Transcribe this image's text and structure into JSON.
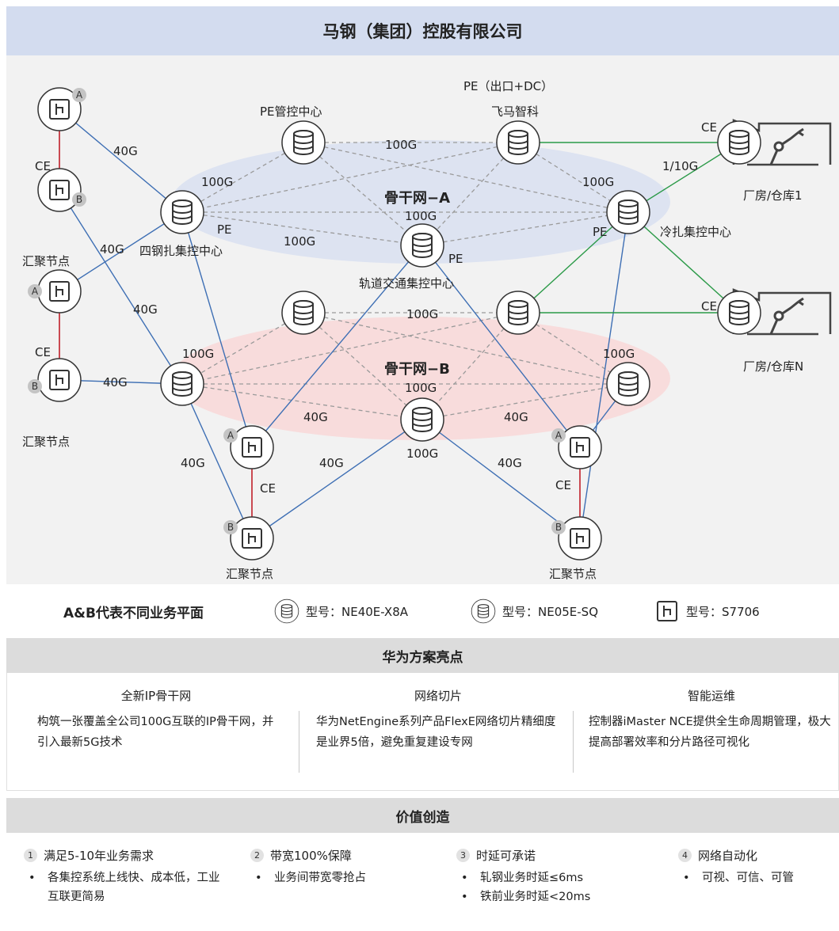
{
  "header": {
    "title": "马钢（集团）控股有限公司"
  },
  "diagram": {
    "labels": {
      "pe_mgmt": "PE管控中心",
      "pe_exit": "PE（出口+DC）",
      "feima": "飞马智科",
      "backbone_a": "骨干网−A",
      "backbone_b": "骨干网−B",
      "sigang": "四钢扎集控中心",
      "guidao": "轨道交通集控中心",
      "lengza": "冷扎集控中心",
      "factory1": "厂房/仓库1",
      "factoryN": "厂房/仓库N",
      "huiju": "汇聚节点",
      "ce": "CE",
      "pe": "PE",
      "a": "A",
      "b": "B",
      "g40": "40G",
      "g100": "100G",
      "g1_10": "1/10G"
    }
  },
  "legend": {
    "ab": "A&B代表不同业务平面",
    "model1": "型号：NE40E-X8A",
    "model2": "型号：NE05E-SQ",
    "model3": "型号：S7706"
  },
  "highlights": {
    "title": "华为方案亮点",
    "items": [
      {
        "title": "全新IP骨干网",
        "text": "构筑一张覆盖全公司100G互联的IP骨干网，并引入最新5G技术"
      },
      {
        "title": "网络切片",
        "text": "华为NetEngine系列产品FlexE网络切片精细度是业界5倍，避免重复建设专网"
      },
      {
        "title": "智能运维",
        "text": "控制器iMaster NCE提供全生命周期管理，极大提高部署效率和分片路径可视化"
      }
    ]
  },
  "value": {
    "title": "价值创造",
    "items": [
      {
        "num": "1",
        "title": "满足5-10年业务需求",
        "bullets": [
          "各集控系统上线快、成本低，工业互联更简易"
        ]
      },
      {
        "num": "2",
        "title": "带宽100%保障",
        "bullets": [
          "业务间带宽零抢占"
        ]
      },
      {
        "num": "3",
        "title": "时延可承诺",
        "bullets": [
          "轧钢业务时延≤6ms",
          "铁前业务时延<20ms"
        ]
      },
      {
        "num": "4",
        "title": "网络自动化",
        "bullets": [
          "可视、可信、可管"
        ]
      }
    ]
  }
}
